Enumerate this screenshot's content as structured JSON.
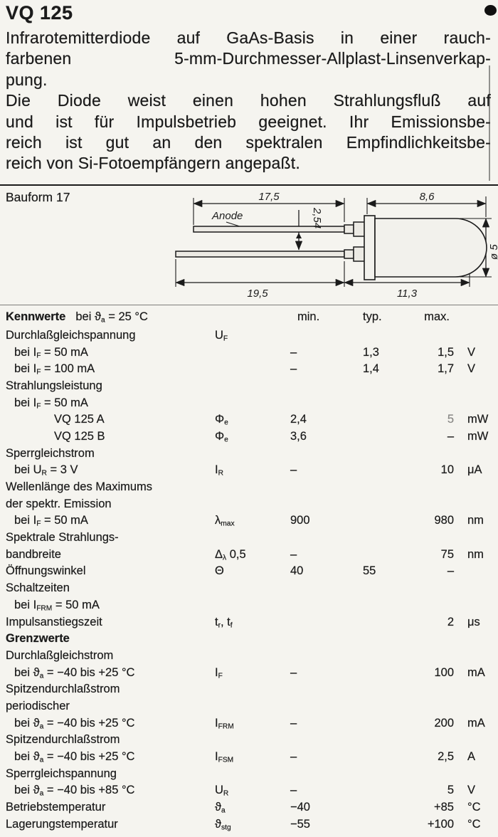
{
  "title": "VQ 125",
  "colors": {
    "paper": "#f5f4ef",
    "ink": "#1b1b1b"
  },
  "intro": {
    "paragraphs": [
      [
        "Infrarotemitterdiode auf GaAs-Basis in einer rauch-",
        "farbenen 5-mm-Durchmesser-Allplast-Linsenverkap-",
        "pung."
      ],
      [
        "Die Diode weist einen hohen Strahlungsfluß auf",
        "und ist für Impulsbetrieb geeignet. Ihr Emissionsbe-",
        "reich ist gut an den spektralen Empfindlichkeitsbe-",
        "reich von Si-Fotoempfängern angepaßt."
      ]
    ]
  },
  "drawing": {
    "label": "Bauform 17",
    "anode": "Anode",
    "dims": {
      "length_top": "17,5",
      "body_top": "8,6",
      "pitch": "2,54",
      "length_bottom": "19,5",
      "body_bottom": "11,3",
      "diameter": "ø 5"
    }
  },
  "table": {
    "header": {
      "section": "Kennwerte",
      "condition": "bei ϑ_{a} = 25 °C",
      "min": "min.",
      "typ": "typ.",
      "max": "max."
    },
    "rows": [
      {
        "l": "Durchlaßgleichspannung",
        "s": "U_{F}"
      },
      {
        "l": "bei I_{F} = 50 mA",
        "i": 1,
        "mn": "–",
        "tp": "1,3",
        "mx": "1,5",
        "u": "V"
      },
      {
        "l": "bei I_{F} = 100 mA",
        "i": 1,
        "mn": "–",
        "tp": "1,4",
        "mx": "1,7",
        "u": "V"
      },
      {
        "l": "Strahlungsleistung"
      },
      {
        "l": "bei I_{F} = 50 mA",
        "i": 1
      },
      {
        "l": "VQ 125 A",
        "i": 2,
        "s": "Φ_{e}",
        "mn": "2,4",
        "mx": "5",
        "mxl": true,
        "u": "mW"
      },
      {
        "l": "VQ 125 B",
        "i": 2,
        "s": "Φ_{e}",
        "mn": "3,6",
        "mx": "–",
        "u": "mW"
      },
      {
        "l": "Sperrgleichstrom"
      },
      {
        "l": "bei U_{R} = 3 V",
        "i": 1,
        "s": "I_{R}",
        "mn": "–",
        "mx": "10",
        "u": "μA"
      },
      {
        "l": "Wellenlänge des Maximums"
      },
      {
        "l": "der spektr. Emission"
      },
      {
        "l": "bei I_{F} = 50 mA",
        "i": 1,
        "s": "λ_{max}",
        "mn": "900",
        "mx": "980",
        "u": "nm"
      },
      {
        "l": "Spektrale Strahlungs-"
      },
      {
        "l": "bandbreite",
        "s": "Δ_{λ} 0,5",
        "mn": "–",
        "mx": "75",
        "u": "nm"
      },
      {
        "l": "Öffnungswinkel",
        "s": "Θ",
        "mn": "40",
        "tp": "55",
        "mx": "–"
      },
      {
        "l": "Schaltzeiten"
      },
      {
        "l": "bei I_{FRM} = 50 mA",
        "i": 1
      },
      {
        "l": "Impulsanstiegszeit",
        "s": "t_{r}, t_{f}",
        "mx": "2",
        "u": "μs"
      },
      {
        "l": "Grenzwerte",
        "b": true
      },
      {
        "l": "Durchlaßgleichstrom"
      },
      {
        "l": "bei ϑ_{a} = −40 bis +25 °C",
        "i": 1,
        "s": "I_{F}",
        "mn": "–",
        "mx": "100",
        "u": "mA"
      },
      {
        "l": "Spitzendurchlaßstrom"
      },
      {
        "l": "periodischer"
      },
      {
        "l": "bei ϑ_{a} = −40 bis +25 °C",
        "i": 1,
        "s": "I_{FRM}",
        "mn": "–",
        "mx": "200",
        "u": "mA"
      },
      {
        "l": "Spitzendurchlaßstrom"
      },
      {
        "l": "bei ϑ_{a} = −40 bis +25 °C",
        "i": 1,
        "s": "I_{FSM}",
        "mn": "–",
        "mx": "2,5",
        "u": "A"
      },
      {
        "l": "Sperrgleichspannung"
      },
      {
        "l": "bei ϑ_{a} = −40 bis +85 °C",
        "i": 1,
        "s": "U_{R}",
        "mn": "–",
        "mx": "5",
        "u": "V"
      },
      {
        "l": "Betriebstemperatur",
        "s": "ϑ_{a}",
        "mn": "−40",
        "mx": "+85",
        "u": "°C"
      },
      {
        "l": "Lagerungstemperatur",
        "s": "ϑ_{stg}",
        "mn": "−55",
        "mx": "+100",
        "u": "°C"
      }
    ]
  }
}
